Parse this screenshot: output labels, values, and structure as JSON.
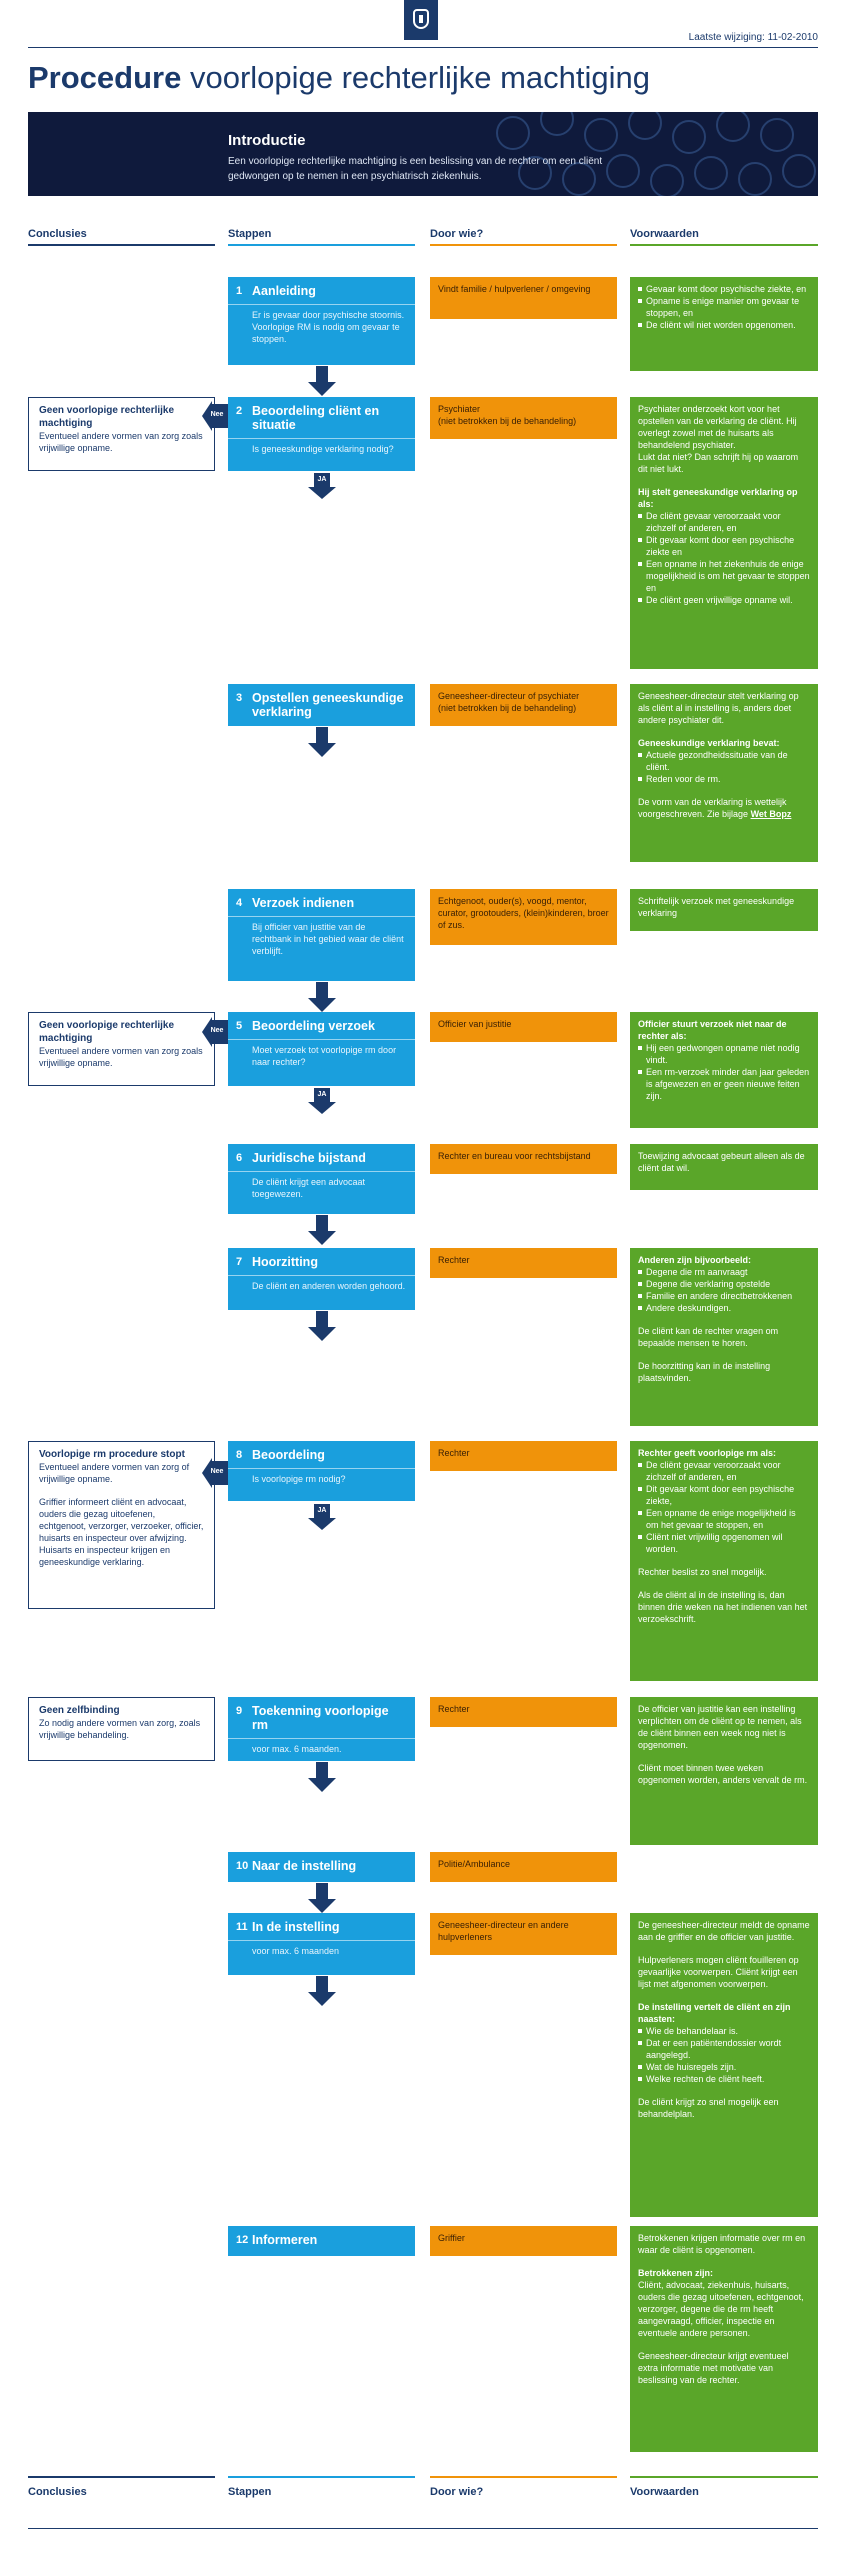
{
  "header": {
    "modified": "Laatste wijziging: 11-02-2010",
    "title_bold": "Procedure",
    "title_rest": " voorlopige rechterlijke machtiging"
  },
  "intro": {
    "title": "Introductie",
    "text": "Een voorlopige rechterlijke machtiging is een beslissing van de rechter om een cliënt gedwongen op te nemen in een psychiatrisch ziekenhuis."
  },
  "columns": [
    "Conclusies",
    "Stappen",
    "Door wie?",
    "Voorwaarden"
  ],
  "colors": {
    "navy": "#1b3a6b",
    "step_blue": "#1a9fdd",
    "who_orange": "#f0930a",
    "cond_green": "#5aa629"
  },
  "labels": {
    "nee": "Nee",
    "ja": "JA"
  },
  "steps": [
    {
      "num": "1",
      "title": "Aanleiding",
      "desc": "Er is gevaar door psychische stoornis. Voorlopige RM is nodig om gevaar te stoppen."
    },
    {
      "num": "2",
      "title": "Beoordeling cliënt en situatie",
      "desc": "Is geneeskundige verklaring nodig?"
    },
    {
      "num": "3",
      "title": "Opstellen geneeskundige verklaring",
      "desc": ""
    },
    {
      "num": "4",
      "title": "Verzoek indienen",
      "desc": "Bij officier van justitie van de rechtbank in het gebied waar de cliënt verblijft."
    },
    {
      "num": "5",
      "title": "Beoordeling verzoek",
      "desc": "Moet verzoek tot voorlopige rm door naar rechter?"
    },
    {
      "num": "6",
      "title": "Juridische bijstand",
      "desc": "De cliënt krijgt een advocaat toegewezen."
    },
    {
      "num": "7",
      "title": "Hoorzitting",
      "desc": "De cliënt en anderen worden gehoord."
    },
    {
      "num": "8",
      "title": "Beoordeling",
      "desc": "Is voorlopige rm nodig?"
    },
    {
      "num": "9",
      "title": "Toekenning voorlopige rm",
      "desc": "voor max. 6 maanden."
    },
    {
      "num": "10",
      "title": "Naar de instelling",
      "desc": ""
    },
    {
      "num": "11",
      "title": "In de instelling",
      "desc": "voor max. 6 maanden"
    },
    {
      "num": "12",
      "title": "Informeren",
      "desc": ""
    }
  ],
  "who": [
    "Vindt familie / hulpverlener / omgeving",
    "Psychiater\n(niet betrokken bij de behandeling)",
    "Geneesheer-directeur of psychiater\n(niet betrokken bij de behandeling)",
    "Echtgenoot, ouder(s), voogd, mentor, curator, grootouders, (klein)kinderen, broer of zus.",
    "Officier van justitie",
    "Rechter en bureau voor rechtsbijstand",
    "Rechter",
    "Rechter",
    "Rechter",
    "Politie/Ambulance",
    "Geneesheer-directeur en andere hulpverleners",
    "Griffier"
  ],
  "conditions": {
    "c1": [
      "Gevaar komt door psychische ziekte, en",
      "Opname is enige manier om gevaar te stoppen, en",
      "De cliënt wil niet worden opgenomen."
    ],
    "c2_text": "Psychiater onderzoekt kort voor het opstellen van de verklaring de cliënt. Hij overlegt zowel met de huisarts als behandelend psychiater.",
    "c2_text2": "Lukt dat niet? Dan schrijft hij op waarom dit niet lukt.",
    "c2_head": "Hij stelt geneeskundige verklaring op als:",
    "c2_items": [
      "De cliënt gevaar veroorzaakt voor zichzelf of anderen, en",
      "Dit gevaar komt door een psychische ziekte en",
      "Een opname in het ziekenhuis de enige mogelijkheid is om het gevaar te stoppen en",
      "De cliënt geen vrijwillige opname wil."
    ],
    "c3_text": "Geneesheer-directeur stelt verklaring op als cliënt al in instelling is, anders doet andere psychiater dit.",
    "c3_head": "Geneeskundige verklaring bevat:",
    "c3_items": [
      "Actuele gezondheidssituatie van de cliënt.",
      "Reden voor de rm."
    ],
    "c3_foot": "De vorm van de verklaring is wettelijk voorgeschreven. Zie bijlage",
    "c3_link": "Wet Bopz",
    "c4": "Schriftelijk verzoek met geneeskundige verklaring",
    "c5_head": "Officier stuurt verzoek niet naar de rechter als:",
    "c5_items": [
      "Hij een gedwongen opname niet nodig vindt.",
      "Een rm-verzoek minder dan jaar geleden is afgewezen en er geen nieuwe feiten zijn."
    ],
    "c6": "Toewijzing advocaat gebeurt alleen als de cliënt dat wil.",
    "c7_head": "Anderen zijn bijvoorbeeld:",
    "c7_items": [
      "Degene die rm aanvraagt",
      "Degene die verklaring opstelde",
      "Familie en andere directbetrokkenen",
      "Andere deskundigen."
    ],
    "c7_t1": "De cliënt kan de rechter vragen om bepaalde mensen te horen.",
    "c7_t2": "De hoorzitting kan in de instelling plaatsvinden.",
    "c8_head": "Rechter geeft voorlopige rm als:",
    "c8_items": [
      "De cliënt gevaar veroorzaakt voor zichzelf of anderen, en",
      "Dit gevaar komt door een psychische ziekte,",
      "Een opname de enige mogelijkheid is om het gevaar te stoppen, en",
      "Cliënt niet vrijwillig opgenomen wil worden."
    ],
    "c8_t1": "Rechter beslist zo snel mogelijk.",
    "c8_t2": "Als de cliënt al in de instelling is, dan binnen drie weken na het indienen van het verzoekschrift.",
    "c9_t1": "De officier van justitie kan een instelling verplichten om de cliënt op te nemen, als de cliënt binnen een week nog niet is opgenomen.",
    "c9_t2": "Cliënt moet binnen twee weken opgenomen worden, anders vervalt de rm.",
    "c11_t1": "De geneesheer-directeur meldt de opname aan de griffier en de officier van justitie.",
    "c11_t2": "Hulpverleners mogen cliënt fouilleren op gevaarlijke voorwerpen. Cliënt krijgt een lijst met afgenomen voorwerpen.",
    "c11_head": "De instelling vertelt de cliënt en zijn naasten:",
    "c11_items": [
      "Wie de behandelaar is.",
      "Dat er een patiëntendossier wordt aangelegd.",
      "Wat de huisregels zijn.",
      "Welke rechten de cliënt heeft."
    ],
    "c11_t3": "De cliënt krijgt zo snel mogelijk een behandelplan.",
    "c12_t1": "Betrokkenen krijgen informatie over rm en waar de cliënt is opgenomen.",
    "c12_head": "Betrokkenen zijn:",
    "c12_t2": "Cliënt, advocaat, ziekenhuis, huisarts, ouders die gezag uitoefenen, echtgenoot, verzorger, degene die de rm heeft aangevraagd, officier, inspectie en eventuele andere personen.",
    "c12_t3": "Geneesheer-directeur krijgt eventueel extra informatie met motivatie van beslissing van de rechter."
  },
  "conclusions": {
    "a_title": "Geen voorlopige rechterlijke machtiging",
    "a_text": "Eventueel andere vormen van zorg zoals vrijwillige opname.",
    "b_title": "Geen voorlopige rechterlijke machtiging",
    "b_text": "Eventueel andere vormen van zorg zoals vrijwillige opname.",
    "c_title": "Voorlopige rm procedure stopt",
    "c_text": "Eventueel andere vormen van zorg of vrijwillige opname.",
    "c_text2": "Griffier informeert cliënt en advocaat, ouders die gezag uitoefenen, echtgenoot, verzorger, verzoeker, officier, huisarts en inspecteur over afwijzing. Huisarts en inspecteur krijgen en geneeskundige verklaring.",
    "d_title": "Geen zelfbinding",
    "d_text": "Zo nodig andere vormen van zorg, zoals vrijwillige behandeling."
  }
}
